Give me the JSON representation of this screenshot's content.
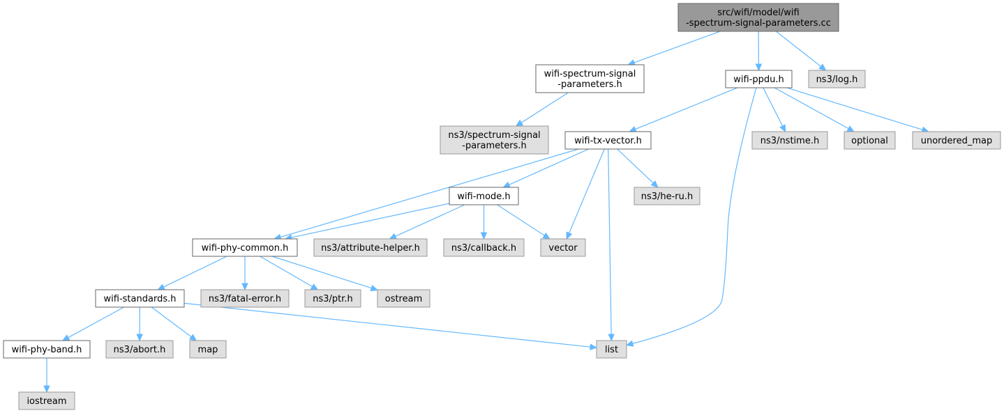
{
  "colors": {
    "root_fill": "#999999",
    "root_border": "#666666",
    "documented_fill": "#ffffff",
    "documented_border": "#666666",
    "external_fill": "#e0e0e0",
    "external_border": "#999999",
    "edge": "#63b8ff"
  },
  "nodes": [
    {
      "id": "root",
      "kind": "root",
      "lines": [
        "src/wifi/model/wifi",
        "-spectrum-signal-parameters.cc"
      ]
    },
    {
      "id": "wssp_h",
      "kind": "documented",
      "lines": [
        "wifi-spectrum-signal",
        "-parameters.h"
      ]
    },
    {
      "id": "wifi_ppdu",
      "kind": "documented",
      "lines": [
        "wifi-ppdu.h"
      ]
    },
    {
      "id": "log_h",
      "kind": "external",
      "lines": [
        "ns3/log.h"
      ]
    },
    {
      "id": "ns3_ssp",
      "kind": "external",
      "lines": [
        "ns3/spectrum-signal",
        "-parameters.h"
      ]
    },
    {
      "id": "txvec",
      "kind": "documented",
      "lines": [
        "wifi-tx-vector.h"
      ]
    },
    {
      "id": "nstime",
      "kind": "external",
      "lines": [
        "ns3/nstime.h"
      ]
    },
    {
      "id": "optional",
      "kind": "external",
      "lines": [
        "optional"
      ]
    },
    {
      "id": "umap",
      "kind": "external",
      "lines": [
        "unordered_map"
      ]
    },
    {
      "id": "mode",
      "kind": "documented",
      "lines": [
        "wifi-mode.h"
      ]
    },
    {
      "id": "heru",
      "kind": "external",
      "lines": [
        "ns3/he-ru.h"
      ]
    },
    {
      "id": "phycommon",
      "kind": "documented",
      "lines": [
        "wifi-phy-common.h"
      ]
    },
    {
      "id": "attr",
      "kind": "external",
      "lines": [
        "ns3/attribute-helper.h"
      ]
    },
    {
      "id": "callback",
      "kind": "external",
      "lines": [
        "ns3/callback.h"
      ]
    },
    {
      "id": "vector",
      "kind": "external",
      "lines": [
        "vector"
      ]
    },
    {
      "id": "standards",
      "kind": "documented",
      "lines": [
        "wifi-standards.h"
      ]
    },
    {
      "id": "fatal",
      "kind": "external",
      "lines": [
        "ns3/fatal-error.h"
      ]
    },
    {
      "id": "ptr",
      "kind": "external",
      "lines": [
        "ns3/ptr.h"
      ]
    },
    {
      "id": "ostream",
      "kind": "external",
      "lines": [
        "ostream"
      ]
    },
    {
      "id": "band",
      "kind": "documented",
      "lines": [
        "wifi-phy-band.h"
      ]
    },
    {
      "id": "abort",
      "kind": "external",
      "lines": [
        "ns3/abort.h"
      ]
    },
    {
      "id": "map",
      "kind": "external",
      "lines": [
        "map"
      ]
    },
    {
      "id": "list",
      "kind": "external",
      "lines": [
        "list"
      ]
    },
    {
      "id": "iostream",
      "kind": "external",
      "lines": [
        "iostream"
      ]
    }
  ],
  "edges": [
    [
      "root",
      "wssp_h"
    ],
    [
      "root",
      "wifi_ppdu"
    ],
    [
      "root",
      "log_h"
    ],
    [
      "wssp_h",
      "ns3_ssp"
    ],
    [
      "wifi_ppdu",
      "txvec"
    ],
    [
      "wifi_ppdu",
      "nstime"
    ],
    [
      "wifi_ppdu",
      "optional"
    ],
    [
      "wifi_ppdu",
      "umap"
    ],
    [
      "wifi_ppdu",
      "list"
    ],
    [
      "txvec",
      "mode"
    ],
    [
      "txvec",
      "phycommon"
    ],
    [
      "txvec",
      "heru"
    ],
    [
      "txvec",
      "vector"
    ],
    [
      "txvec",
      "list"
    ],
    [
      "mode",
      "phycommon"
    ],
    [
      "mode",
      "attr"
    ],
    [
      "mode",
      "callback"
    ],
    [
      "mode",
      "vector"
    ],
    [
      "phycommon",
      "standards"
    ],
    [
      "phycommon",
      "fatal"
    ],
    [
      "phycommon",
      "ptr"
    ],
    [
      "phycommon",
      "ostream"
    ],
    [
      "standards",
      "band"
    ],
    [
      "standards",
      "abort"
    ],
    [
      "standards",
      "map"
    ],
    [
      "standards",
      "list"
    ],
    [
      "band",
      "iostream"
    ]
  ]
}
